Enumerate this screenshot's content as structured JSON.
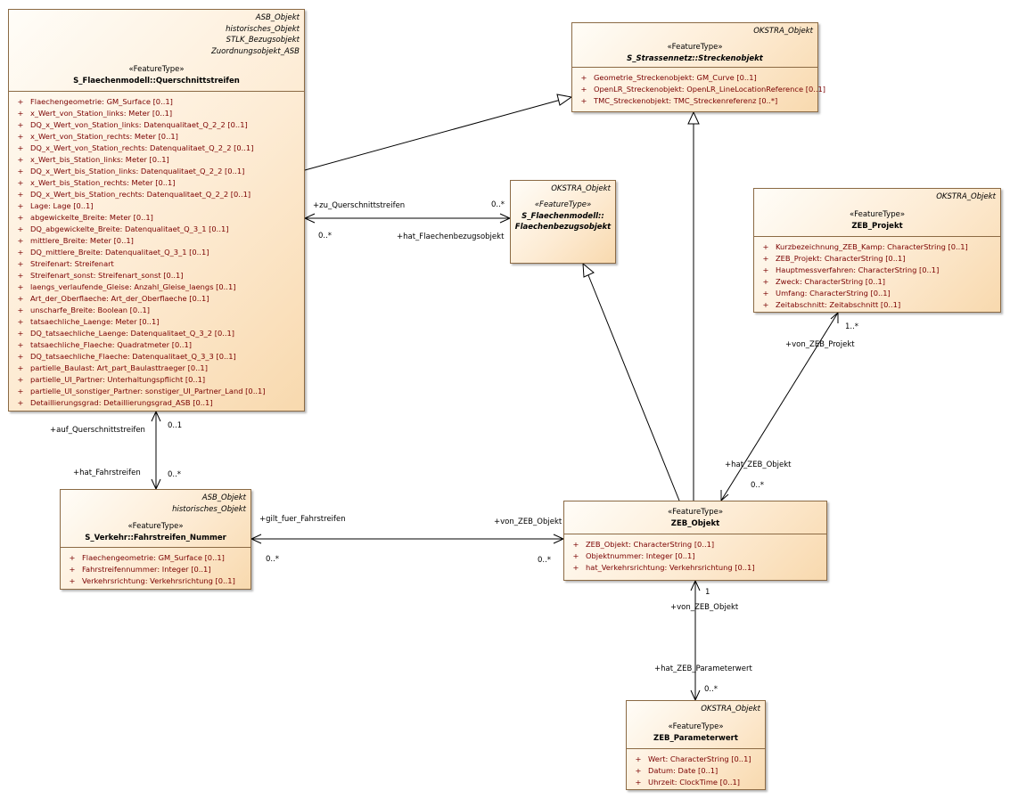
{
  "classes": {
    "querschnitt": {
      "tags": [
        "ASB_Objekt",
        "historisches_Objekt",
        "STLK_Bezugsobjekt",
        "Zuordnungsobjekt_ASB"
      ],
      "stereotype": "«FeatureType»",
      "name": "S_Flaechenmodell::Querschnittstreifen",
      "attributes": [
        {
          "vis": "+",
          "text": "Flaechengeometrie: GM_Surface [0..1]"
        },
        {
          "vis": "+",
          "text": "x_Wert_von_Station_links: Meter [0..1]"
        },
        {
          "vis": "+",
          "text": "DQ_x_Wert_von_Station_links: Datenqualitaet_Q_2_2 [0..1]"
        },
        {
          "vis": "+",
          "text": "x_Wert_von_Station_rechts: Meter [0..1]"
        },
        {
          "vis": "+",
          "text": "DQ_x_Wert_von_Station_rechts: Datenqualitaet_Q_2_2 [0..1]"
        },
        {
          "vis": "+",
          "text": "x_Wert_bis_Station_links: Meter [0..1]"
        },
        {
          "vis": "+",
          "text": "DQ_x_Wert_bis_Station_links: Datenqualitaet_Q_2_2 [0..1]"
        },
        {
          "vis": "+",
          "text": "x_Wert_bis_Station_rechts: Meter [0..1]"
        },
        {
          "vis": "+",
          "text": "DQ_x_Wert_bis_Station_rechts: Datenqualitaet_Q_2_2 [0..1]"
        },
        {
          "vis": "+",
          "text": "Lage: Lage [0..1]"
        },
        {
          "vis": "+",
          "text": "abgewickelte_Breite: Meter [0..1]"
        },
        {
          "vis": "+",
          "text": "DQ_abgewickelte_Breite: Datenqualitaet_Q_3_1 [0..1]"
        },
        {
          "vis": "+",
          "text": "mittlere_Breite: Meter [0..1]"
        },
        {
          "vis": "+",
          "text": "DQ_mittlere_Breite: Datenqualitaet_Q_3_1 [0..1]"
        },
        {
          "vis": "+",
          "text": "Streifenart: Streifenart"
        },
        {
          "vis": "+",
          "text": "Streifenart_sonst: Streifenart_sonst [0..1]"
        },
        {
          "vis": "+",
          "text": "laengs_verlaufende_Gleise: Anzahl_Gleise_laengs [0..1]"
        },
        {
          "vis": "+",
          "text": "Art_der_Oberflaeche: Art_der_Oberflaeche [0..1]"
        },
        {
          "vis": "+",
          "text": "unscharfe_Breite: Boolean [0..1]"
        },
        {
          "vis": "+",
          "text": "tatsaechliche_Laenge: Meter [0..1]"
        },
        {
          "vis": "+",
          "text": "DQ_tatsaechliche_Laenge: Datenqualitaet_Q_3_2 [0..1]"
        },
        {
          "vis": "+",
          "text": "tatsaechliche_Flaeche: Quadratmeter [0..1]"
        },
        {
          "vis": "+",
          "text": "DQ_tatsaechliche_Flaeche: Datenqualitaet_Q_3_3 [0..1]"
        },
        {
          "vis": "+",
          "text": "partielle_Baulast: Art_part_Baulasttraeger [0..1]"
        },
        {
          "vis": "+",
          "text": "partielle_UI_Partner: Unterhaltungspflicht [0..1]"
        },
        {
          "vis": "+",
          "text": "partielle_UI_sonstiger_Partner: sonstiger_UI_Partner_Land [0..1]"
        },
        {
          "vis": "+",
          "text": "Detaillierungsgrad: Detaillierungsgrad_ASB [0..1]"
        }
      ]
    },
    "streckenobjekt": {
      "tags": [
        "OKSTRA_Objekt"
      ],
      "stereotype": "«FeatureType»",
      "name": "S_Strassennetz::Streckenobjekt",
      "attributes": [
        {
          "vis": "+",
          "text": "Geometrie_Streckenobjekt: GM_Curve [0..1]"
        },
        {
          "vis": "+",
          "text": "OpenLR_Streckenobjekt: OpenLR_LineLocationReference [0..1]"
        },
        {
          "vis": "+",
          "text": "TMC_Streckenobjekt: TMC_Streckenreferenz [0..*]"
        }
      ]
    },
    "flaechenbezug": {
      "tags": [
        "OKSTRA_Objekt"
      ],
      "stereotype": "«FeatureType»",
      "name_line1": "S_Flaechenmodell::",
      "name_line2": "Flaechenbezugsobjekt"
    },
    "zeb_projekt": {
      "tags": [
        "OKSTRA_Objekt"
      ],
      "stereotype": "«FeatureType»",
      "name": "ZEB_Projekt",
      "attributes": [
        {
          "vis": "+",
          "text": "Kurzbezeichnung_ZEB_Kamp: CharacterString [0..1]"
        },
        {
          "vis": "+",
          "text": "ZEB_Projekt: CharacterString [0..1]"
        },
        {
          "vis": "+",
          "text": "Hauptmessverfahren: CharacterString [0..1]"
        },
        {
          "vis": "+",
          "text": "Zweck: CharacterString [0..1]"
        },
        {
          "vis": "+",
          "text": "Umfang: CharacterString [0..1]"
        },
        {
          "vis": "+",
          "text": "Zeitabschnitt: Zeitabschnitt [0..1]"
        }
      ]
    },
    "fahrstreifen": {
      "tags": [
        "ASB_Objekt",
        "historisches_Objekt"
      ],
      "stereotype": "«FeatureType»",
      "name": "S_Verkehr::Fahrstreifen_Nummer",
      "attributes": [
        {
          "vis": "+",
          "text": "Flaechengeometrie: GM_Surface [0..1]"
        },
        {
          "vis": "+",
          "text": "Fahrstreifennummer: Integer [0..1]"
        },
        {
          "vis": "+",
          "text": "Verkehrsrichtung: Verkehrsrichtung [0..1]"
        }
      ]
    },
    "zeb_objekt": {
      "stereotype": "«FeatureType»",
      "name": "ZEB_Objekt",
      "attributes": [
        {
          "vis": "+",
          "text": "ZEB_Objekt: CharacterString [0..1]"
        },
        {
          "vis": "+",
          "text": "Objektnummer: Integer [0..1]"
        },
        {
          "vis": "+",
          "text": "hat_Verkehrsrichtung: Verkehrsrichtung [0..1]"
        }
      ]
    },
    "zeb_parameterwert": {
      "tags": [
        "OKSTRA_Objekt"
      ],
      "stereotype": "«FeatureType»",
      "name": "ZEB_Parameterwert",
      "attributes": [
        {
          "vis": "+",
          "text": "Wert: CharacterString [0..1]"
        },
        {
          "vis": "+",
          "text": "Datum: Date [0..1]"
        },
        {
          "vis": "+",
          "text": "Uhrzeit: ClockTime [0..1]"
        }
      ]
    }
  },
  "edge_labels": {
    "zu_querschnittstreifen": "+zu_Querschnittstreifen",
    "mult_flaechenbezug_end": "0..*",
    "mult_querschnitt_end": "0..*",
    "hat_flaechenbezugsobjekt": "+hat_Flaechenbezugsobjekt",
    "auf_querschnittstreifen": "+auf_Querschnittstreifen",
    "mult_0_1": "0..1",
    "hat_fahrstreifen": "+hat_Fahrstreifen",
    "mult_fahrstreifen_top": "0..*",
    "gilt_fuer_fahrstreifen": "+gilt_fuer_Fahrstreifen",
    "mult_fahrstreifen_right": "0..*",
    "von_zeb_objekt_left": "+von_ZEB_Objekt",
    "mult_zeb_left": "0..*",
    "mult_zeb_projekt": "1..*",
    "von_zeb_projekt": "+von_ZEB_Projekt",
    "hat_zeb_objekt": "+hat_ZEB_Objekt",
    "mult_zeb_objekt_top": "0..*",
    "mult_1": "1",
    "von_zeb_objekt_bottom": "+von_ZEB_Objekt",
    "hat_zeb_parameterwert": "+hat_ZEB_Parameterwert",
    "mult_parameterwert": "0..*"
  }
}
